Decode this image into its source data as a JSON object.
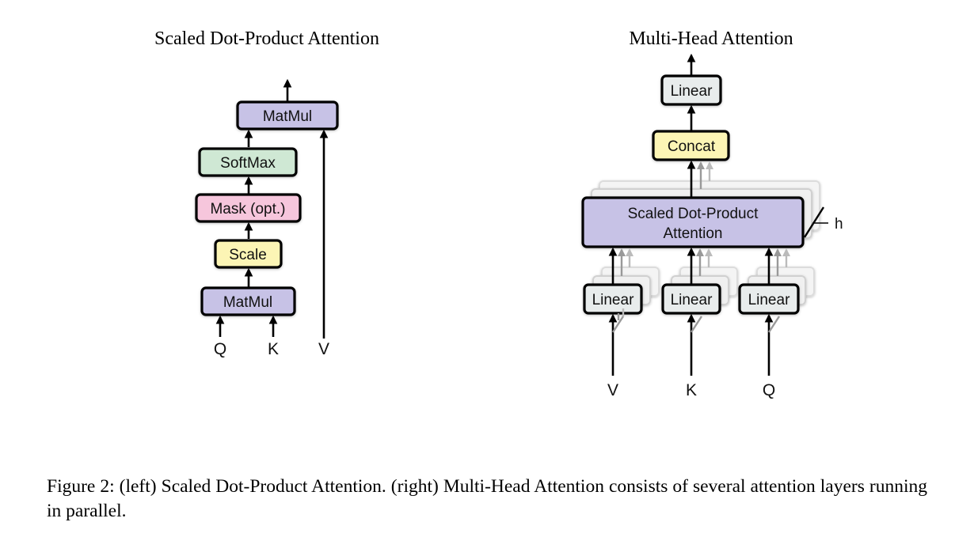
{
  "left_diagram": {
    "title": "Scaled Dot-Product Attention",
    "matmul_top": "MatMul",
    "softmax": "SoftMax",
    "mask": "Mask (opt.)",
    "scale": "Scale",
    "matmul_bottom": "MatMul",
    "input_q": "Q",
    "input_k": "K",
    "input_v": "V"
  },
  "right_diagram": {
    "title": "Multi-Head Attention",
    "linear_out": "Linear",
    "concat": "Concat",
    "sdpa_line1": "Scaled Dot-Product",
    "sdpa_line2": "Attention",
    "heads": "h",
    "linear_v": "Linear",
    "linear_k": "Linear",
    "linear_q": "Linear",
    "input_v": "V",
    "input_k": "K",
    "input_q": "Q"
  },
  "colors": {
    "matmul": "#c7c2e6",
    "softmax": "#cfe8d4",
    "mask": "#f6c6dc",
    "scale": "#fcf5b5",
    "linear": "#e8ecec",
    "concat": "#fcf5b5",
    "sdpa": "#c7c2e6"
  },
  "caption": "Figure 2: (left) Scaled Dot-Product Attention. (right) Multi-Head Attention consists of several attention layers running in parallel."
}
